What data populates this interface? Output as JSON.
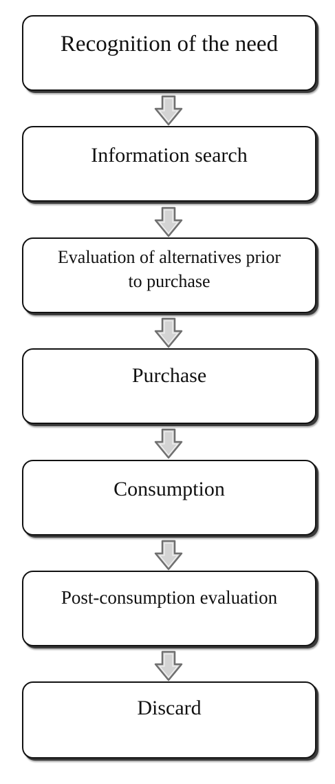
{
  "diagram": {
    "steps": [
      {
        "label": "Recognition of the need"
      },
      {
        "label": "Information search"
      },
      {
        "label": "Evaluation of alternatives prior to purchase"
      },
      {
        "label": "Purchase"
      },
      {
        "label": "Consumption"
      },
      {
        "label": "Post-consumption evaluation"
      },
      {
        "label": "Discard"
      }
    ],
    "connectors": [
      {
        "from": "Recognition of the need",
        "to": "Information search",
        "icon": "down-arrow-icon"
      },
      {
        "from": "Information search",
        "to": "Evaluation of alternatives prior to purchase",
        "icon": "down-arrow-icon"
      },
      {
        "from": "Evaluation of alternatives prior to purchase",
        "to": "Purchase",
        "icon": "down-arrow-icon"
      },
      {
        "from": "Purchase",
        "to": "Consumption",
        "icon": "down-arrow-icon"
      },
      {
        "from": "Consumption",
        "to": "Post-consumption evaluation",
        "icon": "down-arrow-icon"
      },
      {
        "from": "Post-consumption evaluation",
        "to": "Discard",
        "icon": "down-arrow-icon"
      }
    ],
    "colors": {
      "box_border": "#111111",
      "box_fill": "#ffffff",
      "arrow_fill": "#d3d3d3",
      "arrow_stroke": "#6f6f6f",
      "text": "#111111"
    }
  }
}
